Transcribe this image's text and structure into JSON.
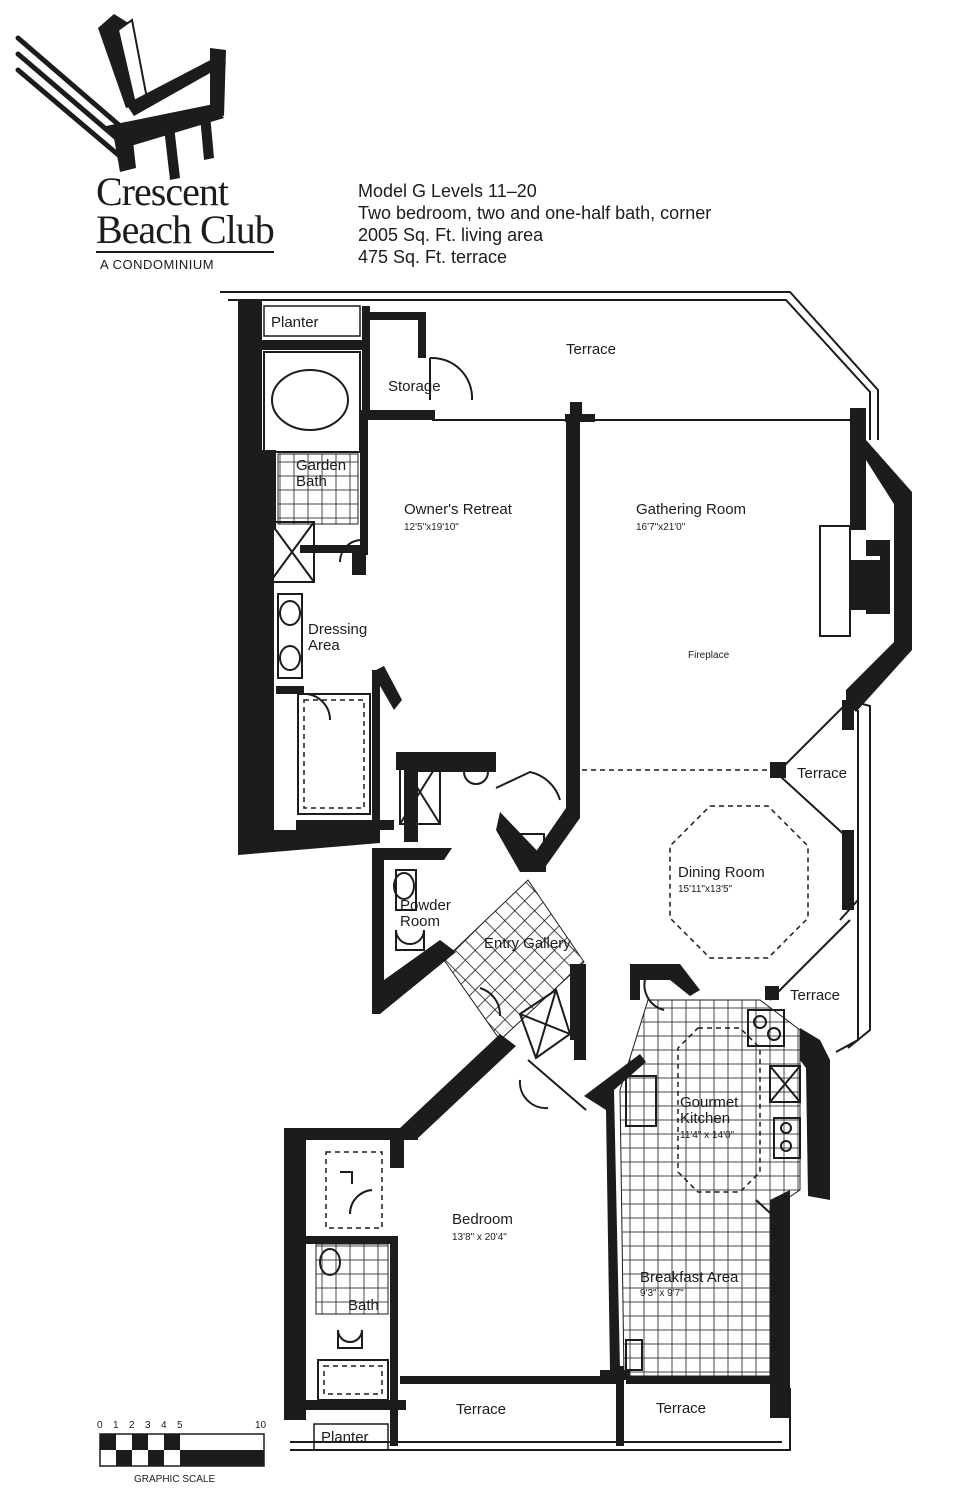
{
  "brand": {
    "name_line1": "Crescent",
    "name_line2": "Beach Club",
    "subtitle": "A CONDOMINIUM"
  },
  "info": {
    "model_line": "Model G   Levels 11–20",
    "description": "Two bedroom, two and one-half bath, corner",
    "living_area": "2005 Sq. Ft. living area",
    "terrace_area": "475 Sq. Ft. terrace"
  },
  "rooms": {
    "planter_top": "Planter",
    "terrace_top": "Terrace",
    "storage": "Storage",
    "garden_bath_1": "Garden",
    "garden_bath_2": "Bath",
    "owners_retreat": "Owner's Retreat",
    "owners_retreat_dim": "12'5\"x19'10\"",
    "gathering_room": "Gathering Room",
    "gathering_room_dim": "16'7\"x21'0\"",
    "fireplace": "Fireplace",
    "dressing_area_1": "Dressing",
    "dressing_area_2": "Area",
    "terrace_east": "Terrace",
    "dining_room": "Dining Room",
    "dining_room_dim": "15'11\"x13'5\"",
    "powder_room_1": "Powder",
    "powder_room_2": "Room",
    "entry_gallery": "Entry Gallery",
    "terrace_se": "Terrace",
    "gourmet_kitchen_1": "Gourmet",
    "gourmet_kitchen_2": "Kitchen",
    "gourmet_kitchen_dim": "11'4\" x 14'0\"",
    "bedroom": "Bedroom",
    "bedroom_dim": "13'8\" x 20'4\"",
    "bath": "Bath",
    "breakfast_area": "Breakfast Area",
    "breakfast_area_dim": "9'3\" x 9'7\"",
    "terrace_bottom_left": "Terrace",
    "terrace_bottom_right": "Terrace",
    "planter_bottom": "Planter"
  },
  "scale": {
    "ticks": [
      "0",
      "1",
      "2",
      "3",
      "4",
      "5",
      "10"
    ],
    "label": "GRAPHIC SCALE"
  }
}
